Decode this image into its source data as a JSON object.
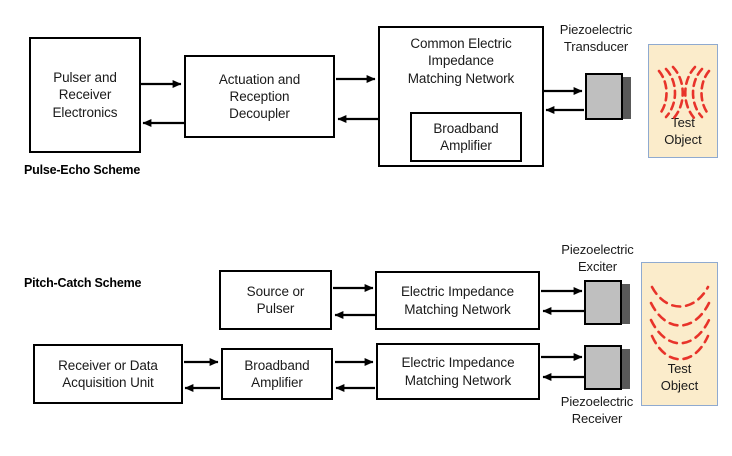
{
  "figure": {
    "background": "#ffffff",
    "accent_wave_color": "#e8332a",
    "test_object_fill": "#fbeccb",
    "test_object_border": "#8faad0",
    "transducer_face_color": "#bfbfbf",
    "transducer_backing_color": "#595959",
    "line_color": "#000000"
  },
  "pulse_echo": {
    "scheme_label": "Pulse-Echo Scheme",
    "boxes": {
      "pulser_receiver": "Pulser and\nReceiver\nElectronics",
      "decoupler": "Actuation and\nReception\nDecoupler",
      "matching_network": "Common Electric\nImpedance\nMatching Network",
      "broadband_amplifier": "Broadband\nAmplifier"
    },
    "transducer_label": "Piezoelectric\nTransducer",
    "test_object_label": "Test\nObject"
  },
  "pitch_catch": {
    "scheme_label": "Pitch-Catch Scheme",
    "boxes": {
      "source_pulser": "Source or\nPulser",
      "receiver_daq": "Receiver or Data\nAcquisition Unit",
      "broadband_amplifier": "Broadband\nAmplifier",
      "matching_network_top": "Electric Impedance\nMatching Network",
      "matching_network_bottom": "Electric Impedance\nMatching Network"
    },
    "exciter_label": "Piezoelectric\nExciter",
    "receiver_label": "Piezoelectric\nReceiver",
    "test_object_label": "Test\nObject"
  }
}
